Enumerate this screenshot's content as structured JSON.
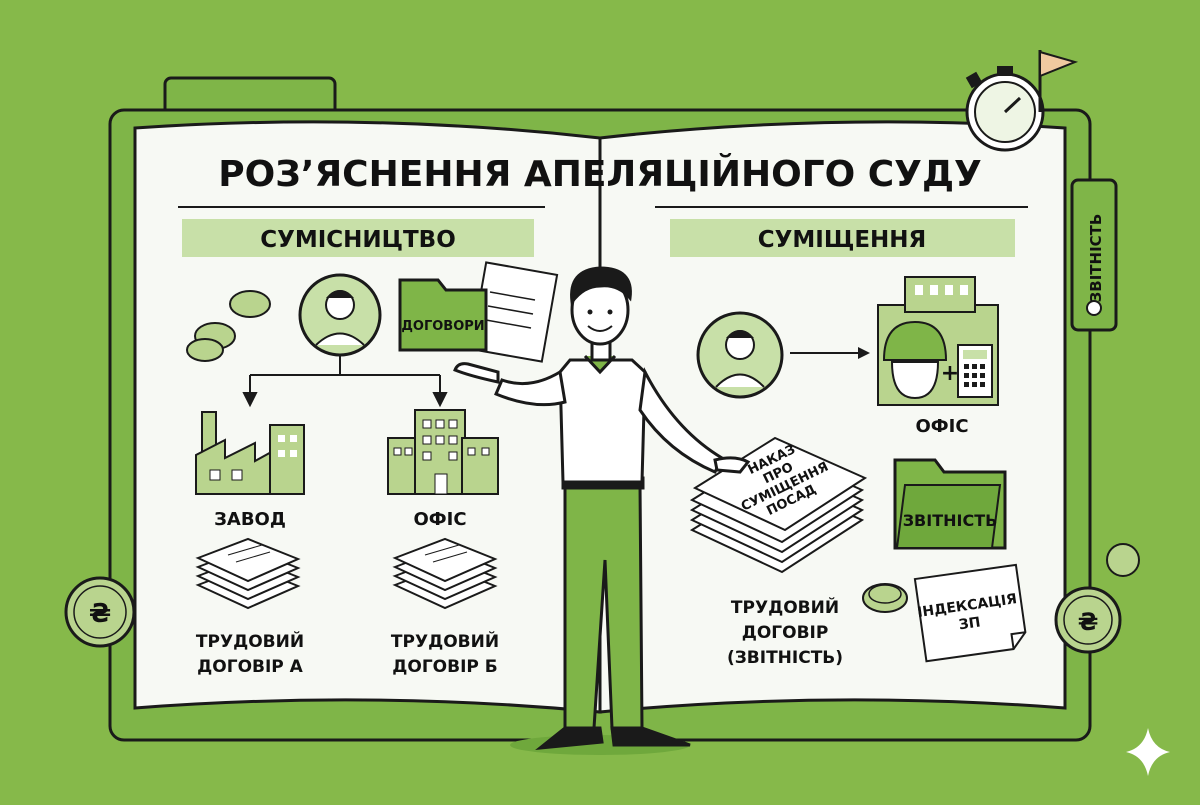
{
  "title": "РОЗ’ЯСНЕННЯ АПЕЛЯЦІЙНОГО СУДУ",
  "tab_label": "ЗВІТНІСТЬ",
  "left": {
    "heading": "СУМІСНИЦТВО",
    "folder_label": "ДОГОВОРИ",
    "places": [
      {
        "label": "ЗАВОД"
      },
      {
        "label": "ОФІС"
      }
    ],
    "contracts": [
      {
        "line1": "ТРУДОВИЙ",
        "line2": "ДОГОВІР А"
      },
      {
        "line1": "ТРУДОВИЙ",
        "line2": "ДОГОВІР Б"
      }
    ]
  },
  "right": {
    "heading": "СУМІЩЕННЯ",
    "office_label": "ОФІС",
    "order_lines": [
      "НАКАЗ",
      "ПРО",
      "СУМІЩЕННЯ",
      "ПОСАД"
    ],
    "contract": {
      "line1": "ТРУДОВИЙ",
      "line2": "ДОГОВІР",
      "line3": "(ЗВІТНІСТЬ)"
    },
    "folder_label": "ЗВІТНІСТЬ",
    "note_lines": [
      "ІНДЕКСАЦІЯ",
      "ЗП"
    ]
  },
  "colors": {
    "background": "#86b94a",
    "accent_green": "#7fb548",
    "light_green": "#c8e0a8",
    "outline": "#1a1a1a"
  }
}
